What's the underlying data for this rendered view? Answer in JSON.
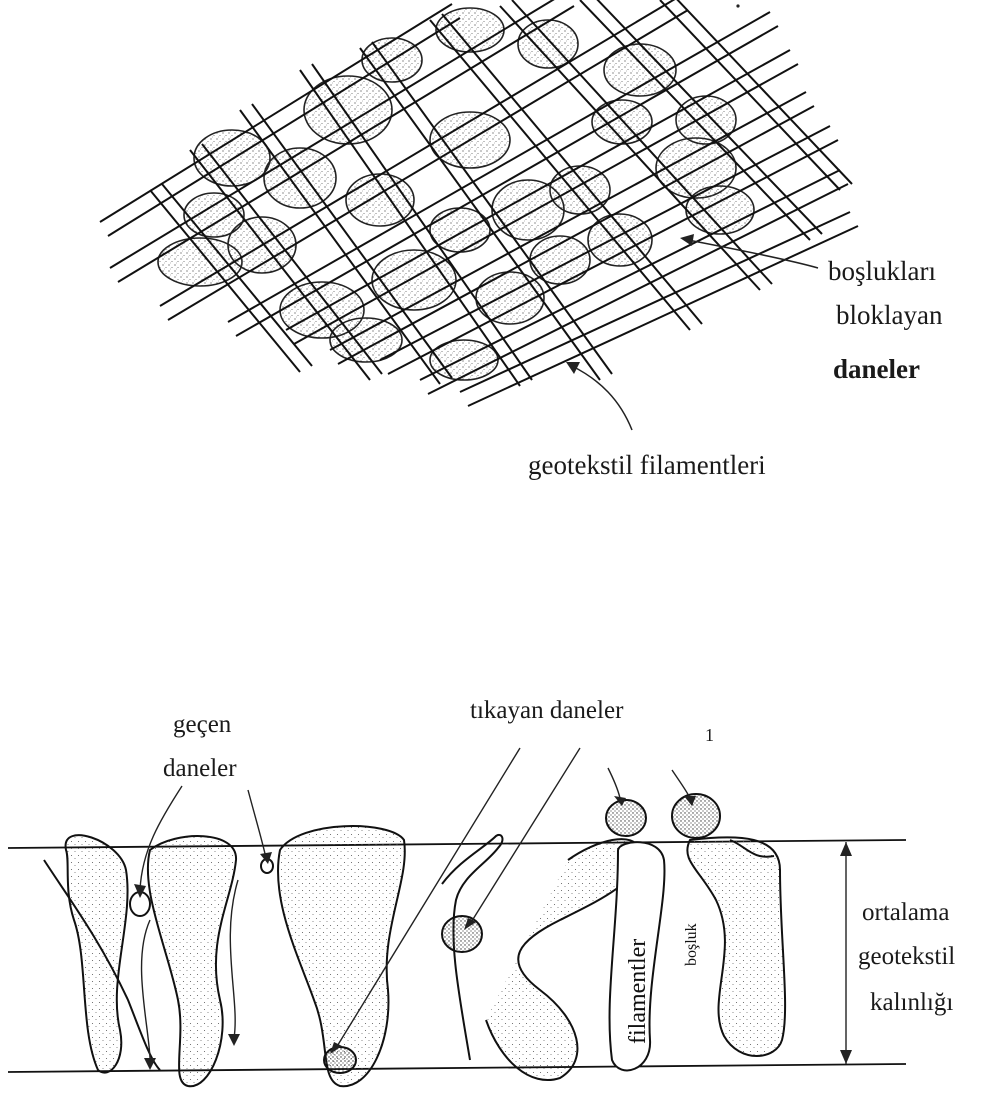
{
  "top_figure": {
    "labels": {
      "blocking_line1": "boşlukları",
      "blocking_line2": "bloklayan",
      "blocking_line3": "daneler",
      "filaments": "geotekstil filamentleri"
    }
  },
  "bottom_figure": {
    "labels": {
      "passing_line1": "geçen",
      "passing_line2": "daneler",
      "clogging": "tıkayan daneler",
      "note_mark": "1",
      "thickness_line1": "ortalama",
      "thickness_line2": "geotekstil",
      "thickness_line3": "kalınlığı",
      "filaments_vertical": "filamentler",
      "void_vertical": "boşluk"
    }
  }
}
